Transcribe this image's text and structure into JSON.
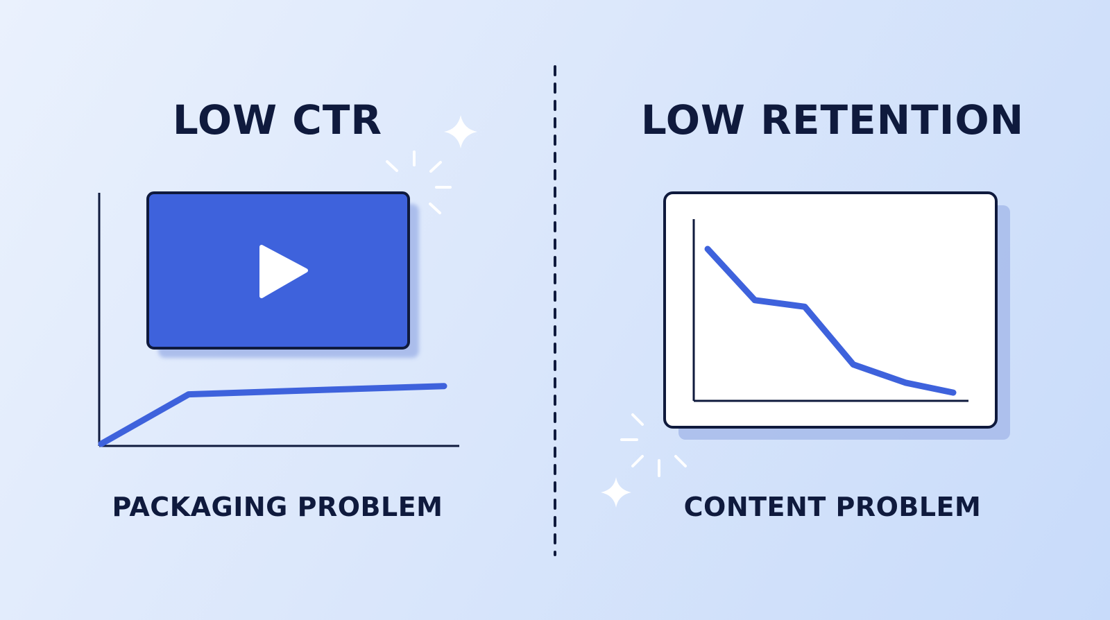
{
  "left": {
    "heading": "LOW CTR",
    "caption": "PACKAGING PROBLEM",
    "trend": [
      0.0,
      0.42,
      0.46,
      0.49
    ]
  },
  "right": {
    "heading": "LOW RETENTION",
    "caption": "CONTENT PROBLEM",
    "trend": [
      0.92,
      0.61,
      0.57,
      0.22,
      0.11,
      0.05
    ]
  },
  "colors": {
    "accent": "#3e62dc",
    "ink": "#0f1a3d",
    "sparkle": "#ffffff"
  },
  "icons": [
    "play-icon",
    "sparkle-icon",
    "burst-icon"
  ]
}
